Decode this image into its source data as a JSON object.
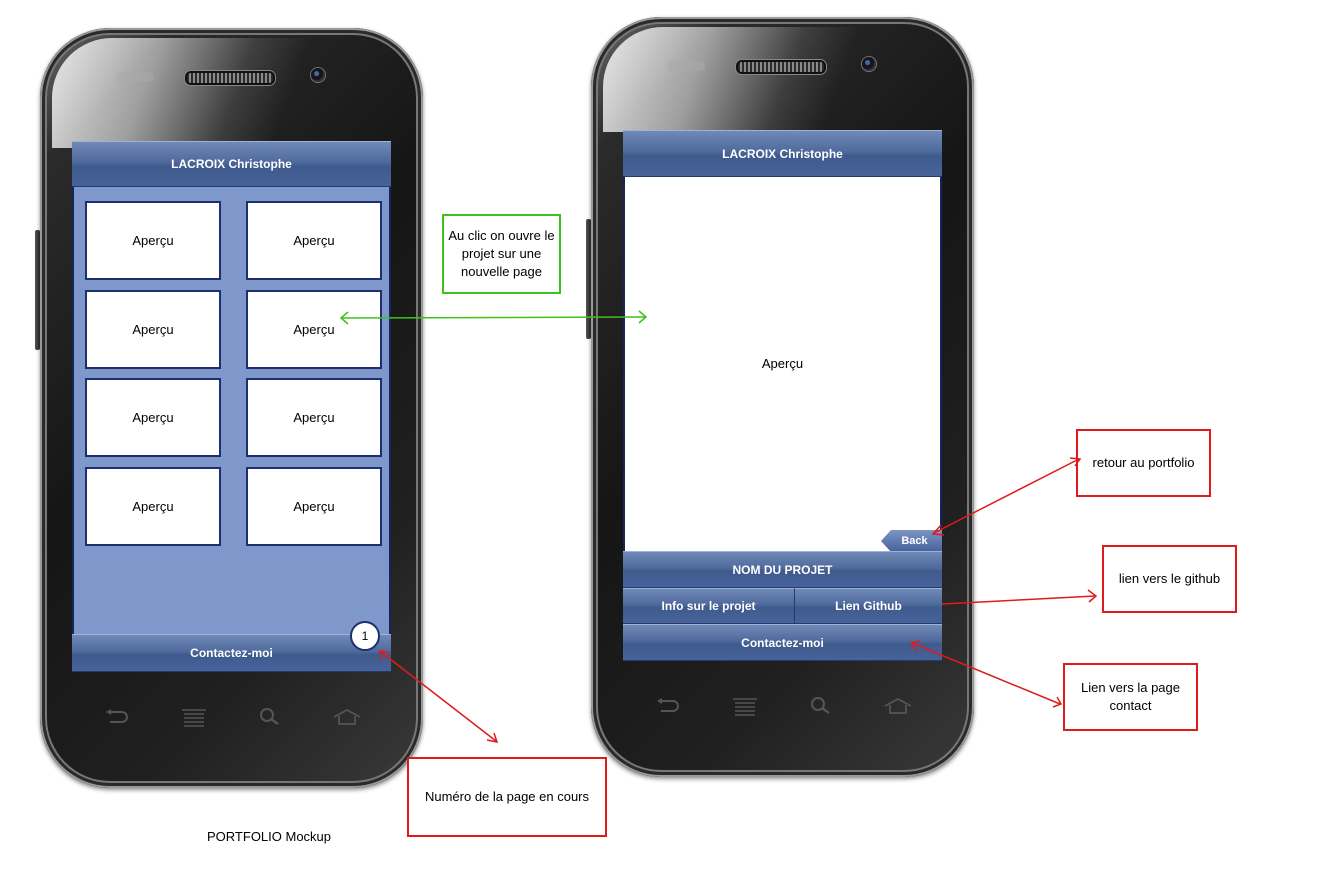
{
  "caption": "PORTFOLIO Mockup",
  "left_phone": {
    "header": "LACROIX Christophe",
    "tiles": [
      "Aperçu",
      "Aperçu",
      "Aperçu",
      "Aperçu",
      "Aperçu",
      "Aperçu",
      "Aperçu",
      "Aperçu"
    ],
    "footer": "Contactez-moi",
    "page_number": "1"
  },
  "right_phone": {
    "header": "LACROIX Christophe",
    "preview": "Aperçu",
    "back": "Back",
    "project_name": "NOM DU PROJET",
    "info_button": "Info sur le projet",
    "github_button": "Lien Github",
    "footer": "Contactez-moi"
  },
  "annotations": {
    "open_project": "Au clic on ouvre le projet sur une nouvelle page",
    "back_portfolio": "retour au portfolio",
    "github_link": "lien vers le github",
    "contact_link": "Lien vers la page contact",
    "page_number": "Numéro de la page en cours"
  },
  "colors": {
    "screen_background": "#7f98cc",
    "bar": "#4f6a9c",
    "annotation_green": "#3ec21a",
    "annotation_red": "#e01b1b"
  }
}
